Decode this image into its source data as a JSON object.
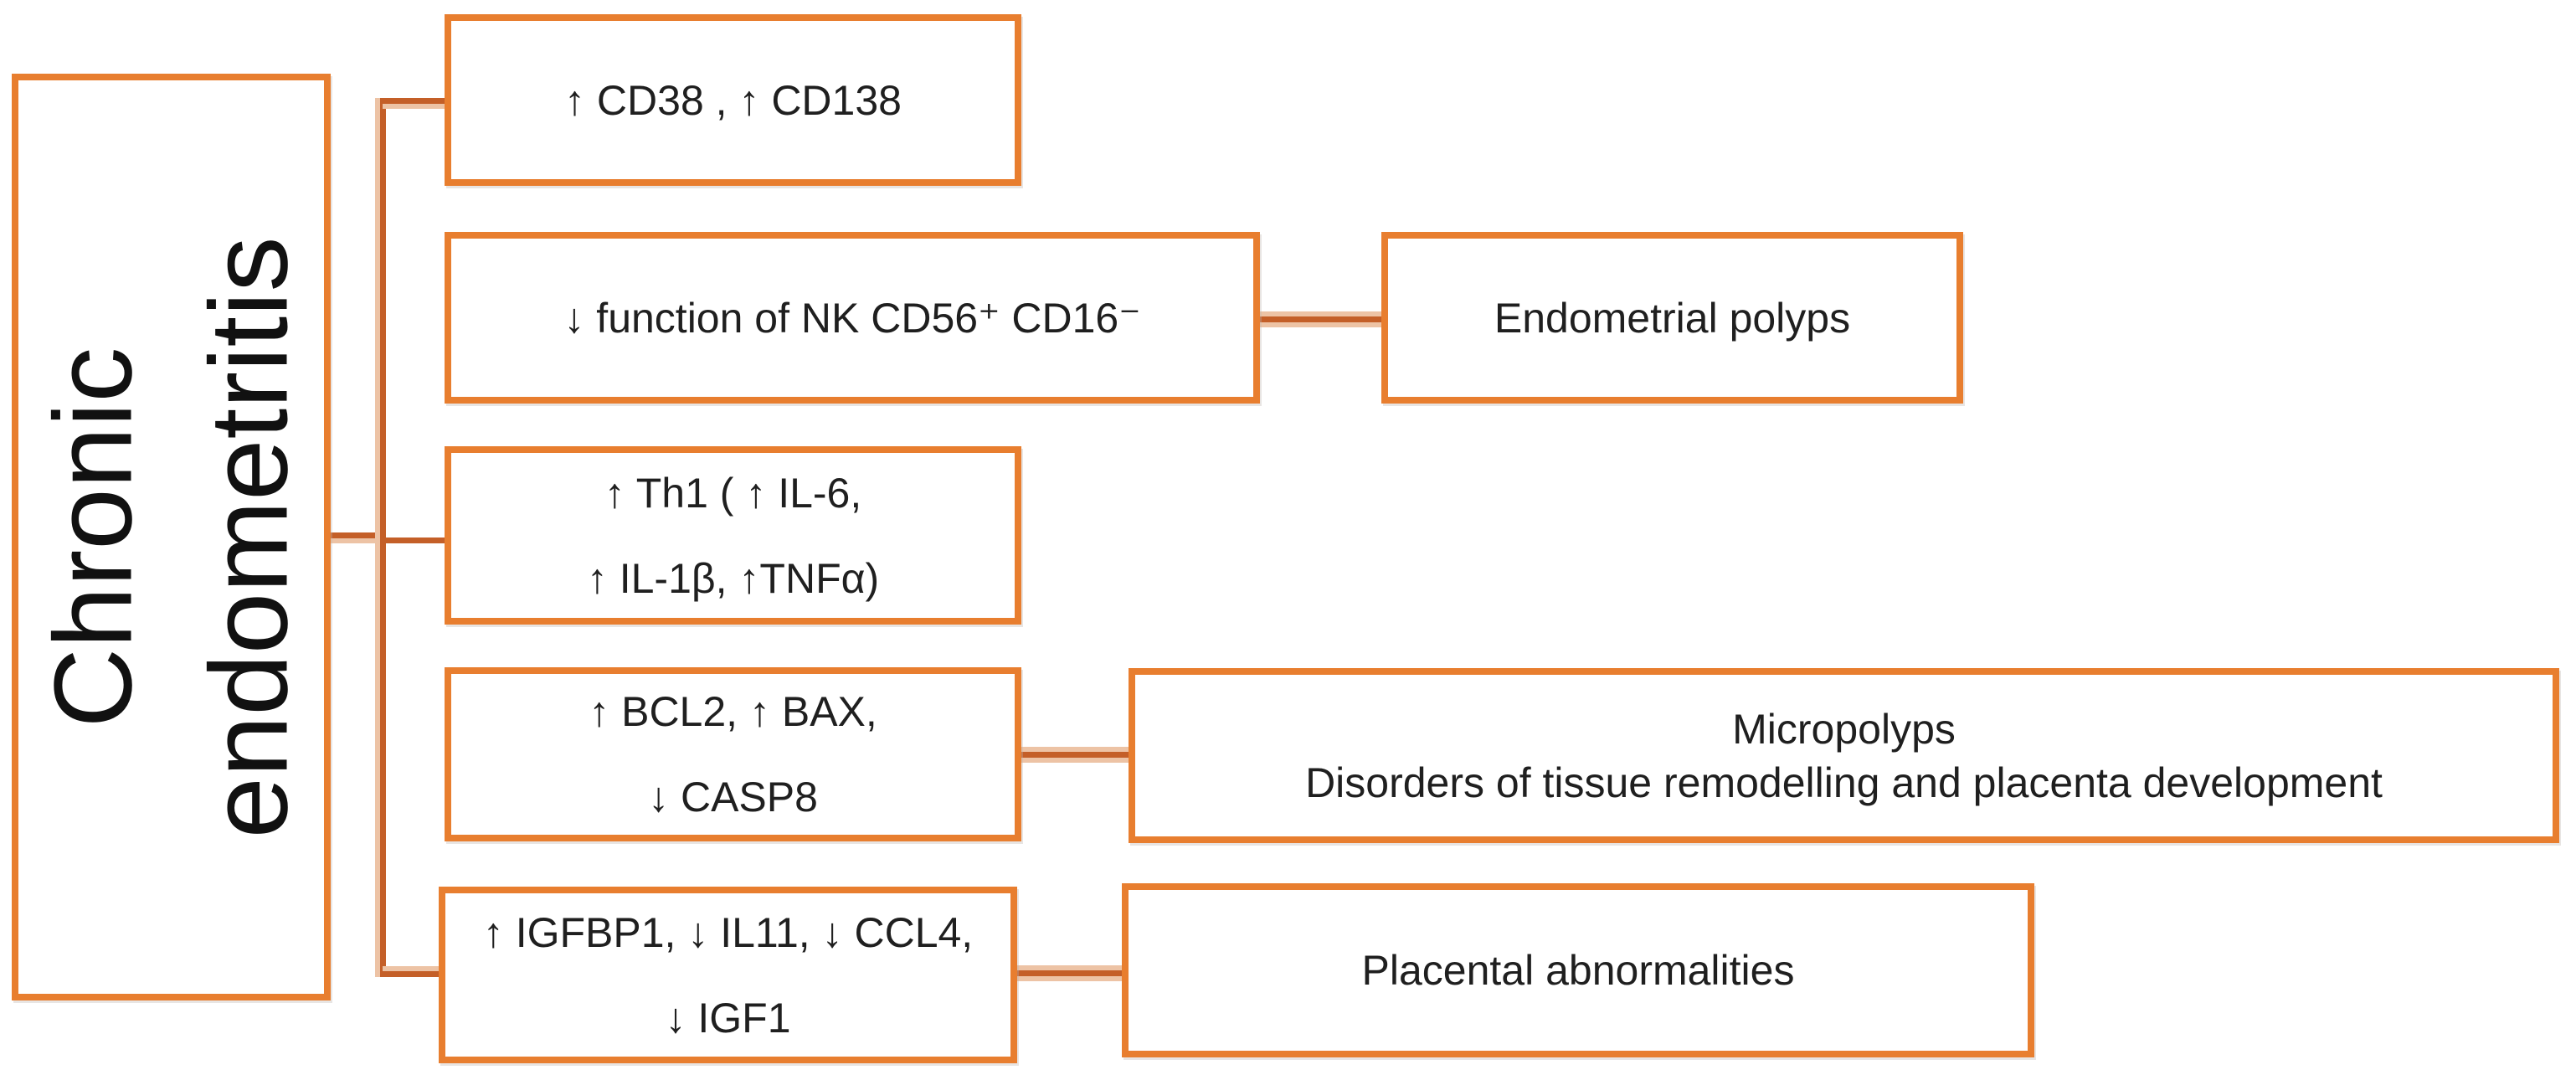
{
  "colors": {
    "box_border": "#E87E2F",
    "connector": "#C45F28",
    "connector_tint": "#EDC3A5",
    "text": "#1F1F1F",
    "background": "#FFFFFF"
  },
  "root_node": {
    "lines": [
      "Chronic",
      "endometritis"
    ]
  },
  "nodes": [
    {
      "id": "cd38",
      "lines": [
        "↑ CD38 , ↑ CD138"
      ]
    },
    {
      "id": "nk",
      "lines": [
        "↓ function of NK CD56⁺ CD16⁻"
      ]
    },
    {
      "id": "polyps",
      "lines": [
        "Endometrial polyps"
      ]
    },
    {
      "id": "th1",
      "lines": [
        "↑ Th1 ( ↑ IL-6,",
        "↑  IL-1β, ↑TNFα)"
      ]
    },
    {
      "id": "bcl2",
      "lines": [
        "↑ BCL2, ↑ BAX,",
        "↓ CASP8"
      ]
    },
    {
      "id": "micropolyps",
      "lines": [
        "Micropolyps",
        "Disorders of tissue remodelling and placenta development"
      ]
    },
    {
      "id": "igfbp1",
      "lines": [
        "↑ IGFBP1, ↓ IL11, ↓ CCL4,",
        "↓ IGF1"
      ]
    },
    {
      "id": "placental",
      "lines": [
        "Placental abnormalities"
      ]
    }
  ]
}
